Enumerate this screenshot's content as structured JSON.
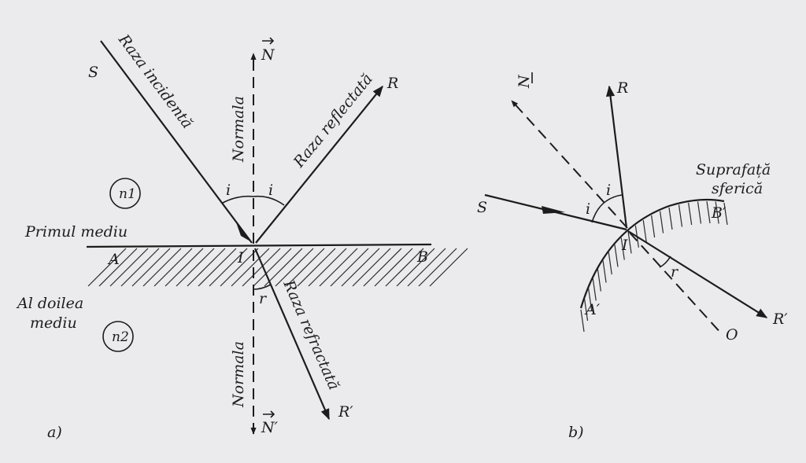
{
  "background": "#ebebed",
  "ink": "#1c1c1c",
  "figure_a": {
    "panel_label": "a)",
    "label_S": "S",
    "label_R": "R",
    "label_N": "N",
    "label_N_prime": "N′",
    "label_R_prime": "R′",
    "label_A": "A",
    "label_B": "B",
    "label_I": "I",
    "angle_i_left": "i",
    "angle_i_right": "i",
    "angle_r": "r",
    "n1": "n1",
    "n2": "n2",
    "incident_ray": "Raza incidentă",
    "reflected_ray": "Raza reflectată",
    "refracted_ray": "Raza refractată",
    "normal_top": "Normala",
    "normal_bottom": "Normala",
    "first_medium": "Primul mediu",
    "second_medium_line1": "Al doilea",
    "second_medium_line2": "mediu"
  },
  "figure_b": {
    "panel_label": "b)",
    "label_S": "S",
    "label_R": "R",
    "label_N": "N",
    "label_R_prime": "R′",
    "label_A_prime": "A′",
    "label_B_prime": "B′",
    "label_I": "I",
    "label_O": "O",
    "angle_i_left": "i",
    "angle_i_right": "i",
    "angle_r": "r",
    "surface_line1": "Suprafață",
    "surface_line2": "sferică"
  }
}
